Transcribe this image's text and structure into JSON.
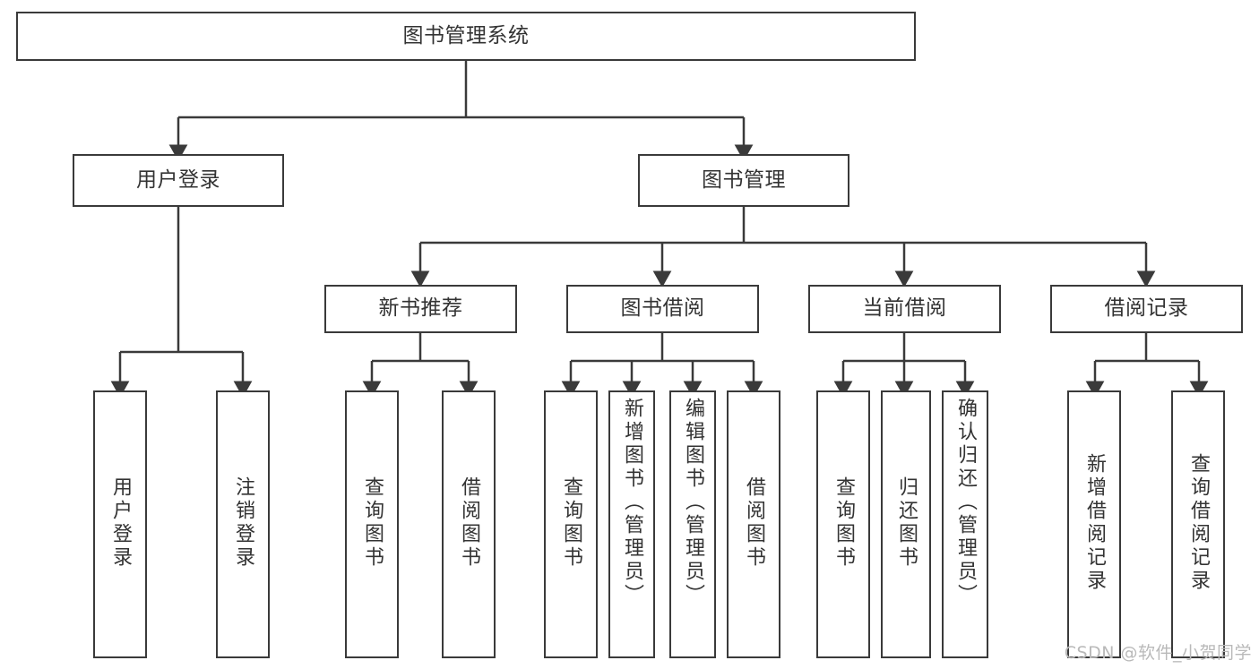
{
  "diagram": {
    "type": "tree",
    "title": "图书管理系统",
    "root": {
      "label": "图书管理系统"
    },
    "level2": [
      {
        "label": "用户登录"
      },
      {
        "label": "图书管理"
      }
    ],
    "level3": [
      {
        "label": "新书推荐"
      },
      {
        "label": "图书借阅"
      },
      {
        "label": "当前借阅"
      },
      {
        "label": "借阅记录"
      }
    ],
    "leaves": {
      "user_login": [
        {
          "label": "用户登录"
        },
        {
          "label": "注销登录"
        }
      ],
      "new_book_recommend": [
        {
          "label": "查询图书"
        },
        {
          "label": "借阅图书"
        }
      ],
      "book_borrow": [
        {
          "label": "查询图书"
        },
        {
          "label": "新增图书（管理员）"
        },
        {
          "label": "编辑图书（管理员）"
        },
        {
          "label": "借阅图书"
        }
      ],
      "current_borrow": [
        {
          "label": "查询图书"
        },
        {
          "label": "归还图书"
        },
        {
          "label": "确认归还（管理员）"
        }
      ],
      "borrow_record": [
        {
          "label": "新增借阅记录"
        },
        {
          "label": "查询借阅记录"
        }
      ]
    }
  },
  "watermark": {
    "text": "CSDN @软件_小贺同学"
  },
  "colors": {
    "border": "#3a3a3a",
    "text": "#333333",
    "background": "#ffffff",
    "watermark": "#b9b9b9"
  }
}
